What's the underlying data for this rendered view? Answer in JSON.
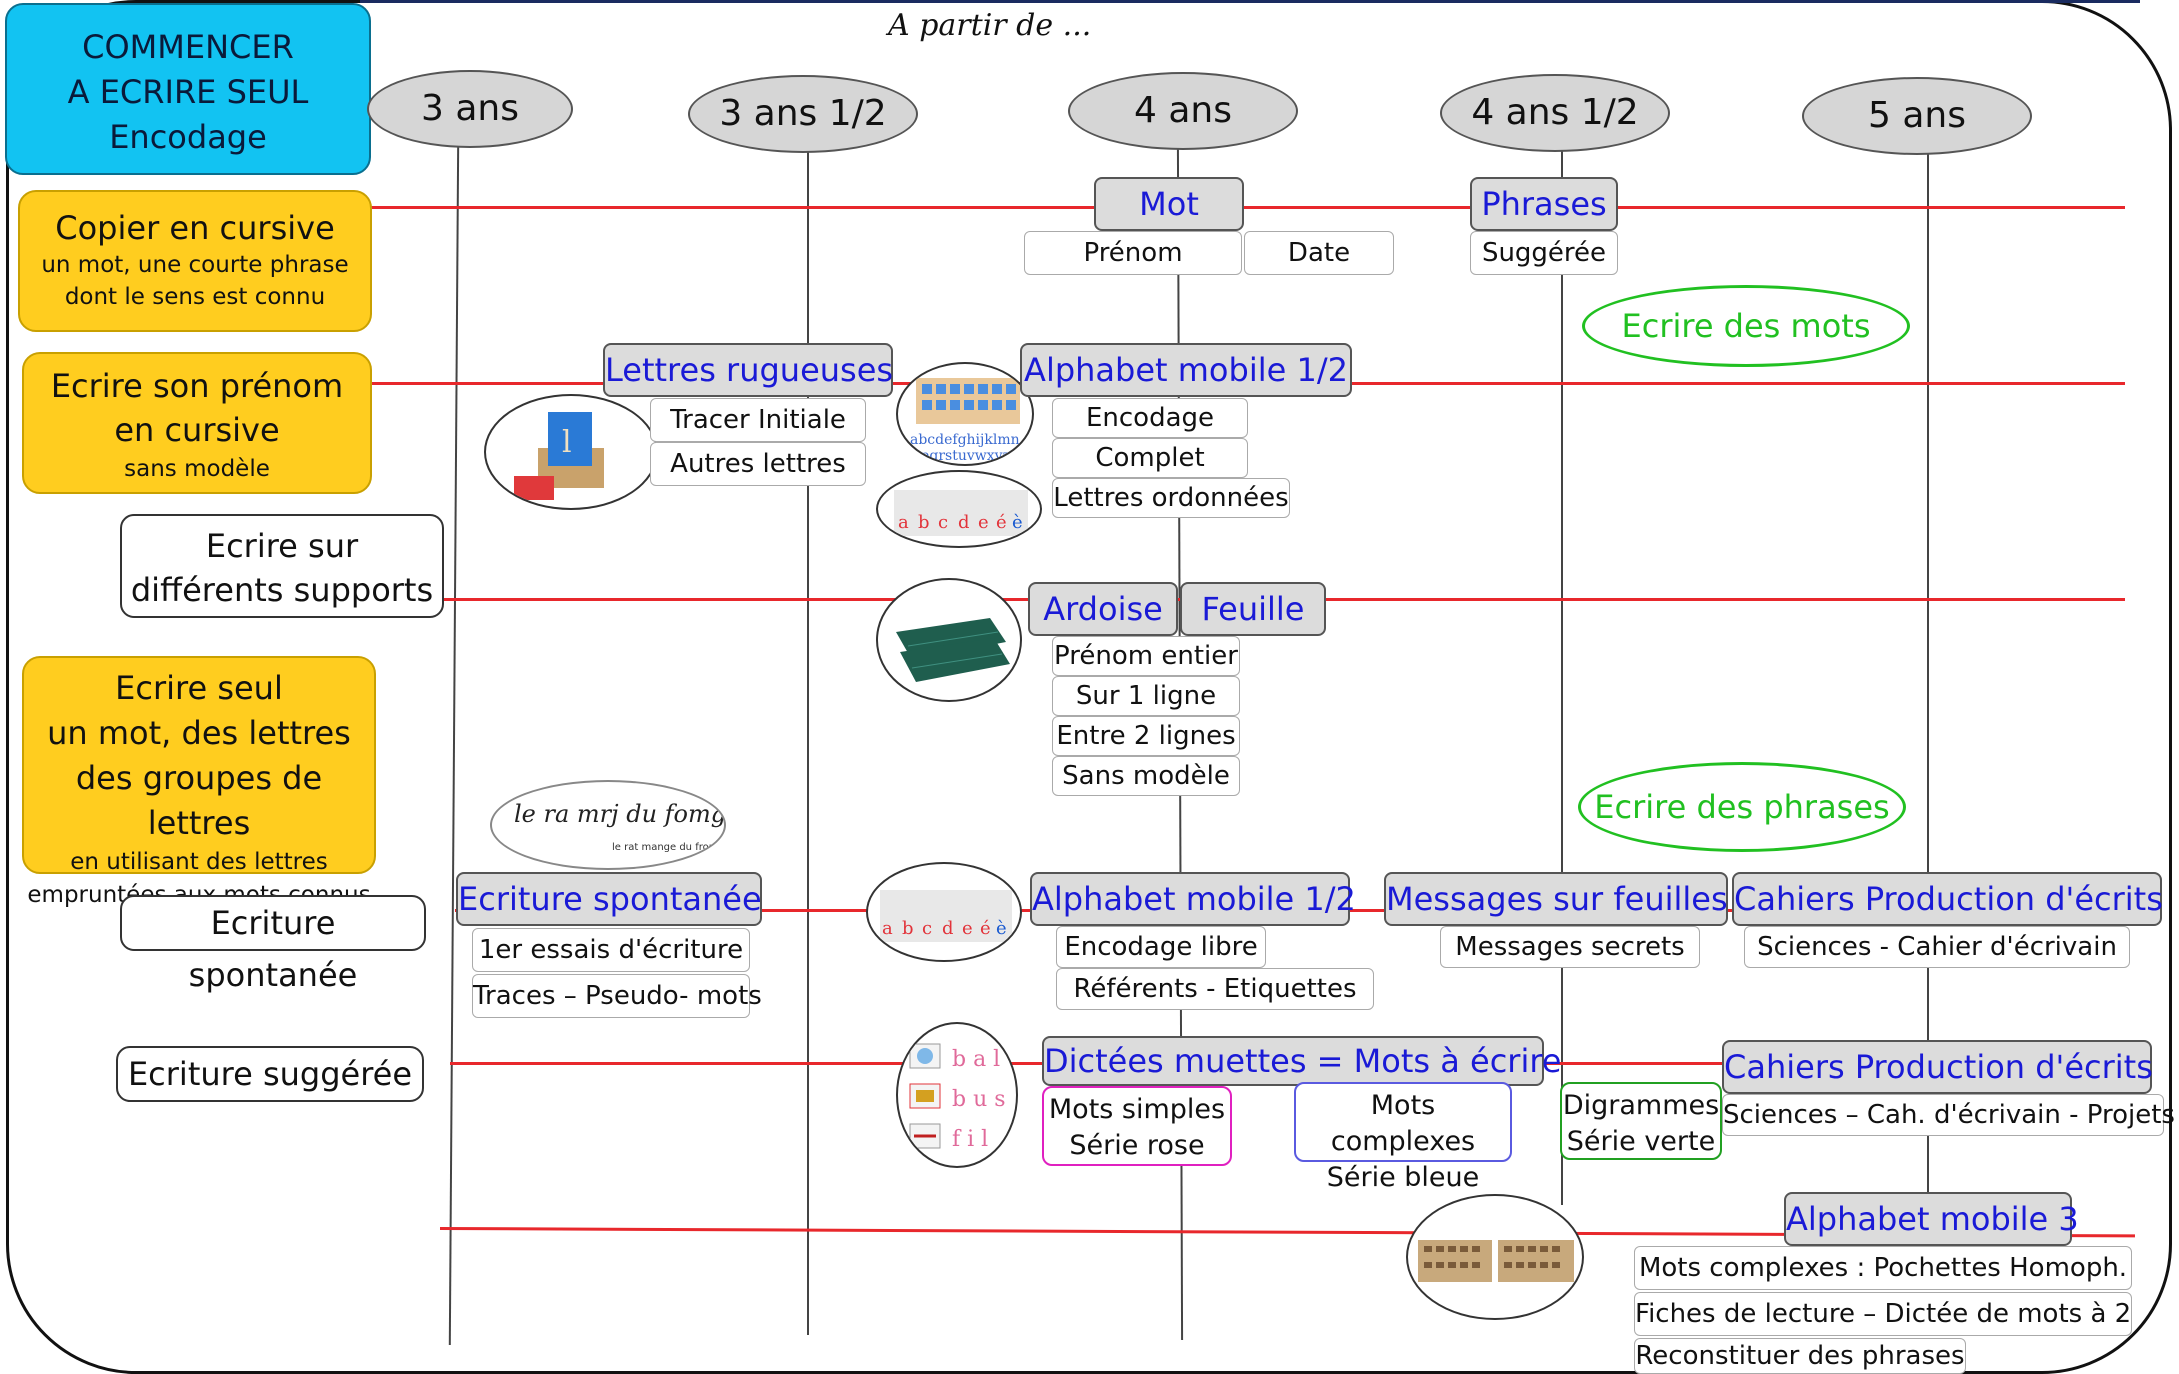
{
  "header": {
    "title_line1": "COMMENCER",
    "title_line2": "A ECRIRE SEUL",
    "title_line3": "Encodage",
    "subtitle": "A partir de ..."
  },
  "ages": [
    "3 ans",
    "3 ans 1/2",
    "4 ans",
    "4 ans 1/2",
    "5 ans"
  ],
  "rows": {
    "r1": {
      "l1": "Copier en cursive",
      "l2": "un mot, une courte phrase",
      "l3": "dont le sens est connu"
    },
    "r2": {
      "l1": "Ecrire son prénom",
      "l2": "en cursive",
      "l3": "sans modèle"
    },
    "r3": {
      "l1": "Ecrire sur",
      "l2": "différents supports"
    },
    "r4": {
      "l1": "Ecrire seul",
      "l2": "un mot, des lettres",
      "l3": "des groupes de lettres",
      "l4": "en utilisant des lettres",
      "l5": "empruntées aux mots connus"
    },
    "r5": {
      "l1": "Ecriture spontanée"
    },
    "r6": {
      "l1": "Ecriture suggérée"
    }
  },
  "boxes": {
    "mot": "Mot",
    "prenom": "Prénom",
    "date": "Date",
    "phrases": "Phrases",
    "suggeree": "Suggérée",
    "ecrire_mots": "Ecrire des mots",
    "lettres_rugueuses": "Lettres rugueuses",
    "tracer_initiale": "Tracer Initiale",
    "autres_lettres": "Autres lettres",
    "alphabet_mobile_1": "Alphabet mobile 1/2",
    "encodage": "Encodage",
    "complet": "Complet",
    "lettres_ordonnees": "Lettres ordonnées",
    "ardoise": "Ardoise",
    "feuille": "Feuille",
    "prenom_entier": "Prénom entier",
    "sur_1_ligne": "Sur 1 ligne",
    "entre_2_lignes": "Entre 2 lignes",
    "sans_modele": "Sans modèle",
    "ecrire_phrases": "Ecrire des phrases",
    "ecriture_spontanee": "Ecriture spontanée",
    "essais": "1er essais d'écriture",
    "traces": "Traces – Pseudo- mots",
    "alphabet_mobile_2": "Alphabet mobile 1/2",
    "encodage_libre": "Encodage libre",
    "referents": "Référents - Etiquettes",
    "messages_feuilles": "Messages sur feuilles",
    "messages_secrets": "Messages secrets",
    "cahiers_1": "Cahiers Production d'écrits",
    "sciences_1": "Sciences - Cahier d'écrivain",
    "dictees": "Dictées muettes = Mots à écrire",
    "mots_simples_1": "Mots simples",
    "mots_simples_2": "Série rose",
    "mots_complexes_1": "Mots complexes",
    "mots_complexes_2": "Série bleue",
    "digrammes_1": "Digrammes",
    "digrammes_2": "Série verte",
    "cahiers_2": "Cahiers Production d'écrits",
    "sciences_2": "Sciences – Cah. d'écrivain - Projets",
    "alphabet_mobile_3": "Alphabet mobile 3",
    "mots_complexes_pochettes": "Mots complexes : Pochettes Homoph.",
    "fiches": "Fiches de lecture – Dictée de mots à 2",
    "reconstituer": "Reconstituer des phrases"
  },
  "photos": {
    "handwriting_line": "le ra mrj du fomg",
    "handwriting_caption": "le rat mange du fromage",
    "abc": "a b c d e é è"
  },
  "colors": {
    "title_bg": "#12c3f2",
    "yellow": "#ffcd1f",
    "red_line": "#e8282c",
    "blue_text": "#1a1ad6",
    "green": "#21c021",
    "pink": "#e020c0",
    "grey": "#d6d6d6"
  }
}
